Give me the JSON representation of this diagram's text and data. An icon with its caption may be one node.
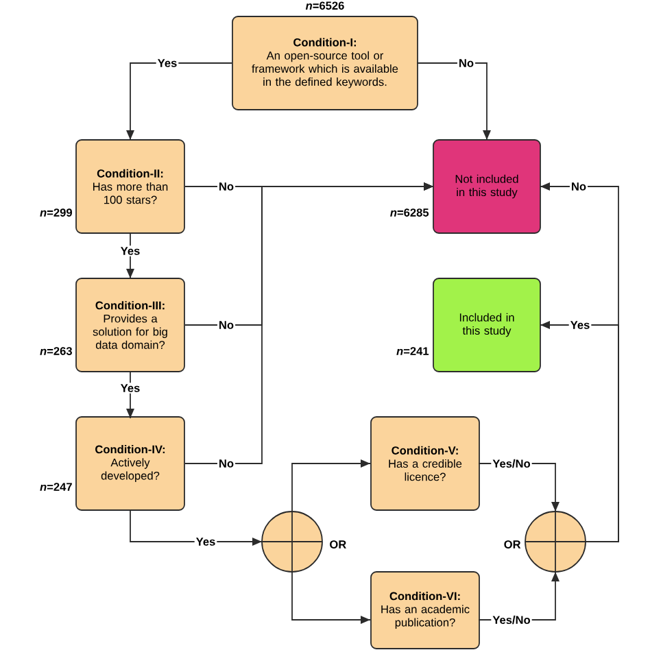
{
  "diagram": {
    "nodes": [
      {
        "text": [
          "Condition-I:",
          "An open-source tool or framework which is available in the defined keywords."
        ],
        "beside": [
          "*n*=6526"
        ]
      },
      {
        "text": [
          "Condition-II:",
          "Has more than 100 stars?"
        ],
        "beside": [
          "*n*=299"
        ]
      },
      {
        "text": [
          "Condition-III:",
          "Provides a solution for big data domain?"
        ],
        "beside": [
          "*n*=263"
        ]
      },
      {
        "text": [
          "Condition-IV:",
          "Actively developed?"
        ],
        "beside": [
          "*n*=247"
        ]
      },
      {
        "text": [
          "Not included in this study"
        ],
        "beside": [
          "*n*=6285"
        ]
      },
      {
        "text": [
          "Included in this study"
        ],
        "beside": [
          "*n*=241"
        ]
      },
      {
        "text": [
          "Condition-V:",
          "Has a credible licence?"
        ]
      },
      {
        "text": [
          "Condition-VI:",
          "Has an academic publication?"
        ]
      },
      {
        "text": [],
        "shape": "circle",
        "beside": [
          "OR"
        ]
      },
      {
        "text": [],
        "shape": "circle",
        "beside": [
          "OR"
        ]
      }
    ],
    "edges": [
      {
        "from": 0,
        "to": 1,
        "arrow": "to",
        "label": "Yes"
      },
      {
        "from": 0,
        "to": 4,
        "arrow": "to",
        "label": "No"
      },
      {
        "from": 1,
        "to": 4,
        "arrow": "to",
        "label": "No"
      },
      {
        "from": 2,
        "to": 4,
        "arrow": "to",
        "label": "No"
      },
      {
        "from": 3,
        "to": 4,
        "arrow": "to",
        "label": "No"
      },
      {
        "from": 1,
        "to": 2,
        "arrow": "to",
        "label": "Yes"
      },
      {
        "from": 2,
        "to": 3,
        "arrow": "to",
        "label": "Yes"
      },
      {
        "from": 3,
        "to": 8,
        "arrow": "to",
        "label": "Yes"
      },
      {
        "from": 8,
        "to": 6,
        "arrow": "to"
      },
      {
        "from": 8,
        "to": 7,
        "arrow": "to"
      },
      {
        "from": 6,
        "to": 9,
        "arrow": "to",
        "label": "Yes/No"
      },
      {
        "from": 7,
        "to": 9,
        "arrow": "to",
        "label": "Yes/No"
      },
      {
        "from": 9,
        "to": 4,
        "arrow": "to",
        "label": "No"
      },
      {
        "from": 9,
        "to": 5,
        "arrow": "to",
        "label": "Yes"
      }
    ]
  }
}
